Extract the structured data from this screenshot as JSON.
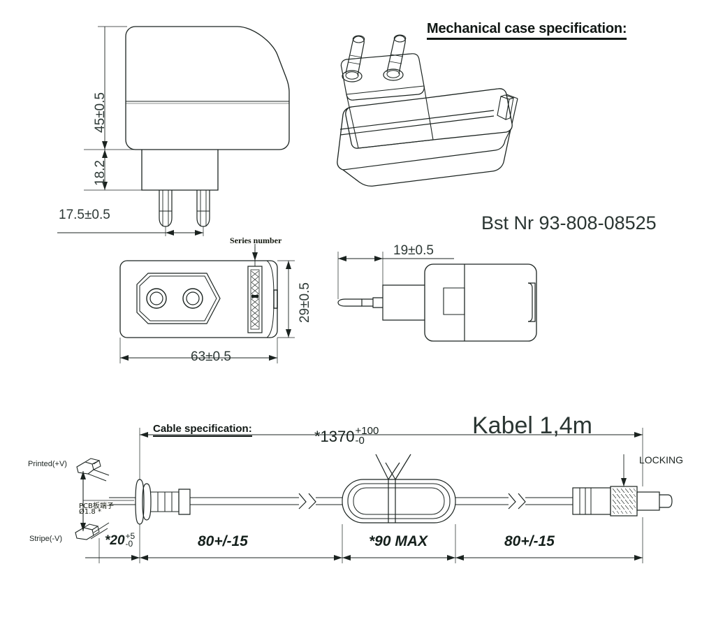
{
  "sheet": {
    "title_mechanical": "Mechanical case specification:",
    "title_cable": "Cable specification:",
    "order_number": "Bst Nr 93-808-08525",
    "cable_note": "Kabel 1,4m"
  },
  "front_view": {
    "height_total": "45±0.5",
    "height_plug": "18.2",
    "pin_spacing": "17.5±0.5"
  },
  "bottom_view": {
    "width": "63±0.5",
    "depth": "29±0.5",
    "series_label": "Series number"
  },
  "side_view": {
    "pin_length": "19±0.5"
  },
  "cable_view": {
    "total_length_value": "*1370",
    "total_length_sup": "+100",
    "total_length_sub": "-0",
    "lead_value": "*20",
    "lead_sup": "+5",
    "lead_sub": "-0",
    "segment_left": "80+/-15",
    "segment_mid": "*90 MAX",
    "segment_right": "80+/-15",
    "wire_positive": "Printed(+V)",
    "wire_negative": "Stripe(-V)",
    "terminal_cjk": "PCB板端子",
    "terminal_dia": "Ø1.8 *",
    "connector_label": "LOCKING"
  }
}
